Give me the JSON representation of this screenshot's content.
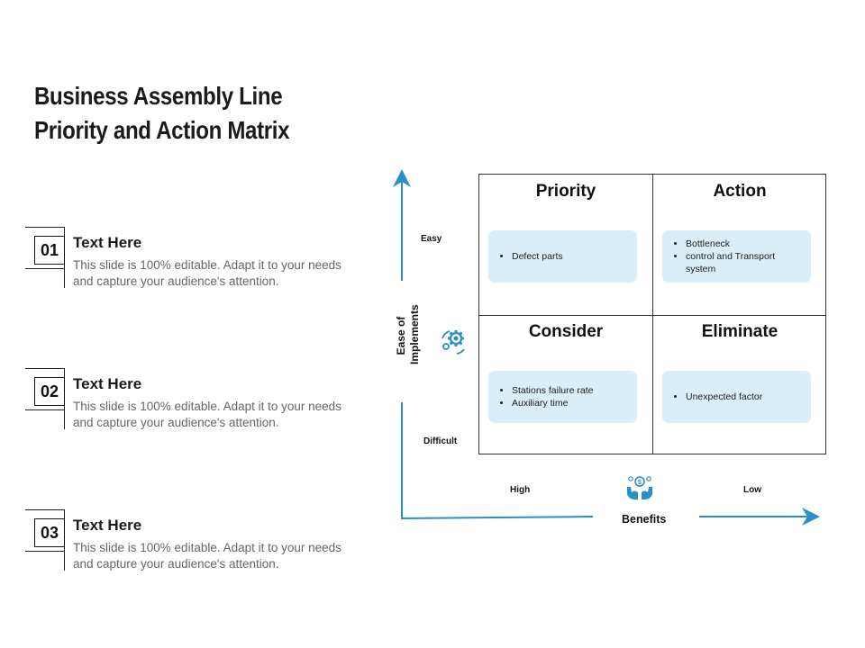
{
  "title": {
    "line1": "Business Assembly Line",
    "line2": "Priority and Action Matrix"
  },
  "items": [
    {
      "number": "01",
      "heading": "Text Here",
      "description": "This slide is 100% editable. Adapt it to your needs and capture your audience's attention."
    },
    {
      "number": "02",
      "heading": "Text Here",
      "description": "This slide is 100% editable. Adapt it to your needs and capture your audience's attention."
    },
    {
      "number": "03",
      "heading": "Text Here",
      "description": "This slide is 100% editable. Adapt it to your needs and capture your audience's attention."
    }
  ],
  "matrix": {
    "priority": {
      "title": "Priority",
      "points": [
        "Defect parts"
      ]
    },
    "action": {
      "title": "Action",
      "points": [
        "Bottleneck",
        "control and Transport system"
      ]
    },
    "consider": {
      "title": "Consider",
      "points": [
        "Stations failure rate",
        "Auxiliary time"
      ]
    },
    "eliminate": {
      "title": "Eliminate",
      "points": [
        "Unexpected factor"
      ]
    }
  },
  "axes": {
    "y_label_line1": "Ease of",
    "y_label_line2": "Implements",
    "y_top": "Easy",
    "y_bottom": "Difficult",
    "x_label": "Benefits",
    "x_left": "High",
    "x_right": "Low"
  },
  "icons": {
    "y_axis": "gears-icon",
    "x_axis": "hands-money-icon"
  },
  "colors": {
    "accent": "#2a8fc4",
    "box_fill": "#d9eef9"
  }
}
